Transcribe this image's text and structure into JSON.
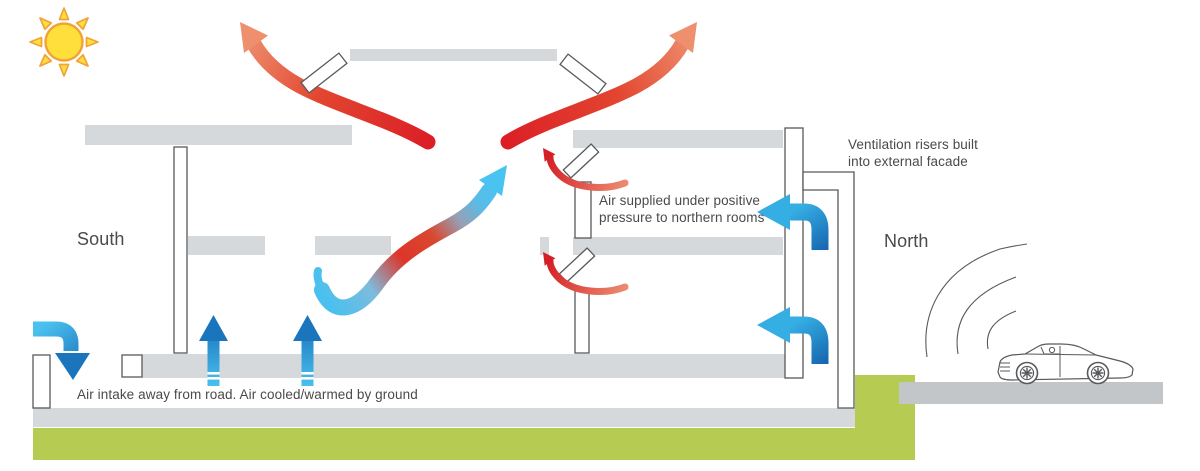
{
  "figure": {
    "description": "Passive ventilation strategy building cross-section diagram"
  },
  "labels": {
    "south": "South",
    "north": "North",
    "risers_line1": "Ventilation risers built",
    "risers_line2": "into external facade",
    "supply_line1": "Air supplied under positive",
    "supply_line2": "pressure to northern rooms",
    "intake": "Air intake away from road. Air cooled/warmed by ground"
  },
  "icons": {
    "sun": "sun-icon",
    "car": "car-icon",
    "wind_lines": "wind-deflection-lines"
  },
  "colors": {
    "warm_red": "#DC1F26",
    "warm_tip": "#EE8F6E",
    "cool_light": "#4AC0EE",
    "cool_mid": "#35AEE3",
    "cool_dark": "#1B75BC",
    "slab_gray": "#D6D9DB",
    "road_gray": "#C3C6C8",
    "ground_green": "#B5CB52",
    "outline_gray": "#58595B",
    "sun_yellow": "#FFDF3A",
    "sun_orange": "#F1A23B",
    "text_gray": "#4A4A49"
  }
}
